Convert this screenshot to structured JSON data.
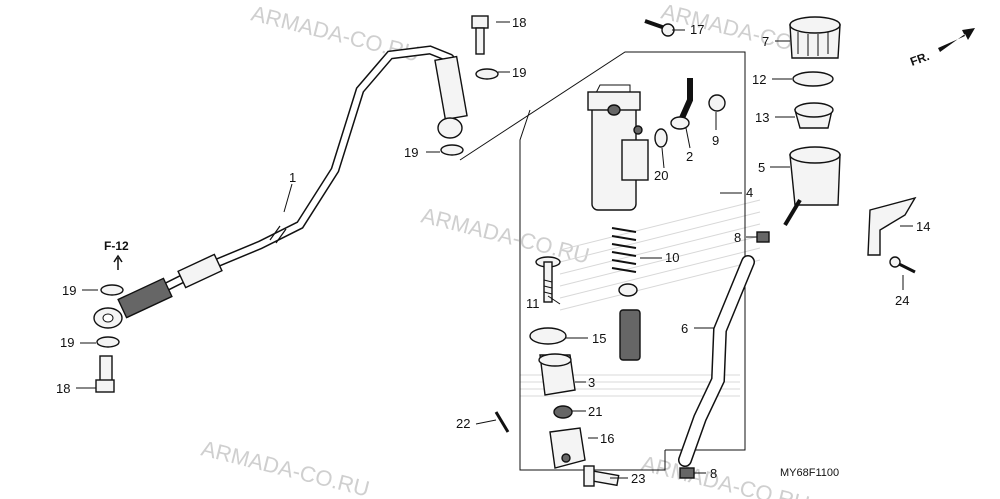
{
  "watermarks": [
    "ARMADA-CO.RU",
    "ARMADA-CO.RU",
    "ARMADA-CO.RU",
    "ARMADA-CO.RU",
    "ARMADA-CO.RU"
  ],
  "direction_label": "FR.",
  "reference_label": "F-12",
  "diagram_code": "MY68F1100",
  "callouts": {
    "c1": "1",
    "c2": "2",
    "c3": "3",
    "c4": "4",
    "c5": "5",
    "c6": "6",
    "c7": "7",
    "c8a": "8",
    "c8b": "8",
    "c9": "9",
    "c10": "10",
    "c11": "11",
    "c12": "12",
    "c13": "13",
    "c14": "14",
    "c15": "15",
    "c16": "16",
    "c17": "17",
    "c18a": "18",
    "c18b": "18",
    "c19a": "19",
    "c19b": "19",
    "c19c": "19",
    "c19d": "19",
    "c20": "20",
    "c21": "21",
    "c22": "22",
    "c23": "23",
    "c24": "24"
  }
}
